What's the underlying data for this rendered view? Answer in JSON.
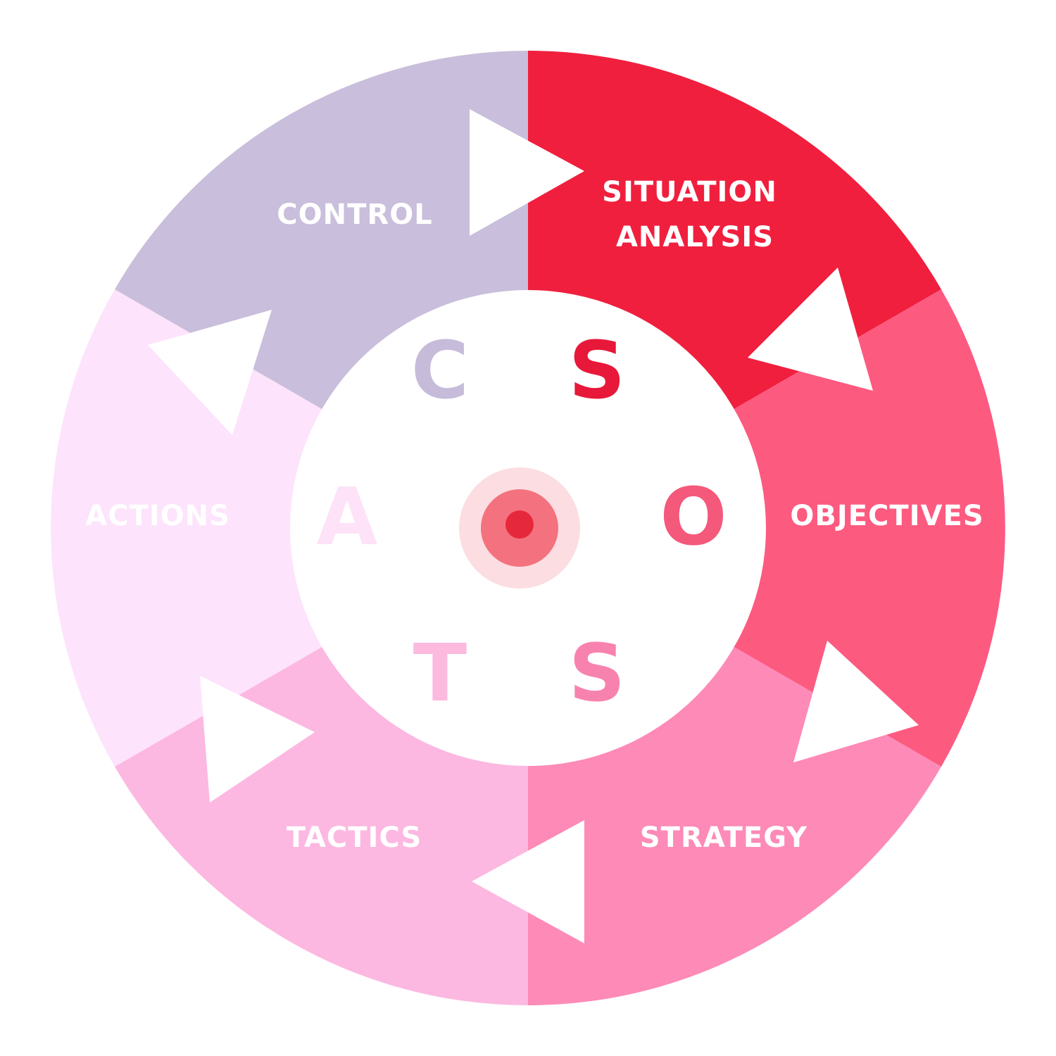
{
  "segments": [
    {
      "id": "situation-analysis",
      "lines": [
        "SITUATION",
        "ANALYSIS"
      ],
      "color": "#f01f3e"
    },
    {
      "id": "objectives",
      "lines": [
        "OBJECTIVES"
      ],
      "color": "#fd5a80"
    },
    {
      "id": "strategy",
      "lines": [
        "STRATEGY"
      ],
      "color": "#fd8ab7"
    },
    {
      "id": "tactics",
      "lines": [
        "TACTICS"
      ],
      "color": "#fcb8e1"
    },
    {
      "id": "actions",
      "lines": [
        "ACTIONS"
      ],
      "color": "#fde3fb"
    },
    {
      "id": "control",
      "lines": [
        "CONTROL"
      ],
      "color": "#c9bedb"
    }
  ],
  "center": {
    "letters": [
      {
        "id": "s-top",
        "text": "S",
        "color": "#e8183a"
      },
      {
        "id": "o",
        "text": "O",
        "color": "#f4587a"
      },
      {
        "id": "s-bottom",
        "text": "S",
        "color": "#f882ae"
      },
      {
        "id": "t",
        "text": "T",
        "color": "#fcbadf"
      },
      {
        "id": "a",
        "text": "A",
        "color": "#fde2f8"
      },
      {
        "id": "c",
        "text": "C",
        "color": "#c7bbda"
      }
    ],
    "target_colors": [
      "#fcdde2",
      "#f4727f",
      "#e6283d"
    ]
  },
  "arrow_color": "#ffffff"
}
